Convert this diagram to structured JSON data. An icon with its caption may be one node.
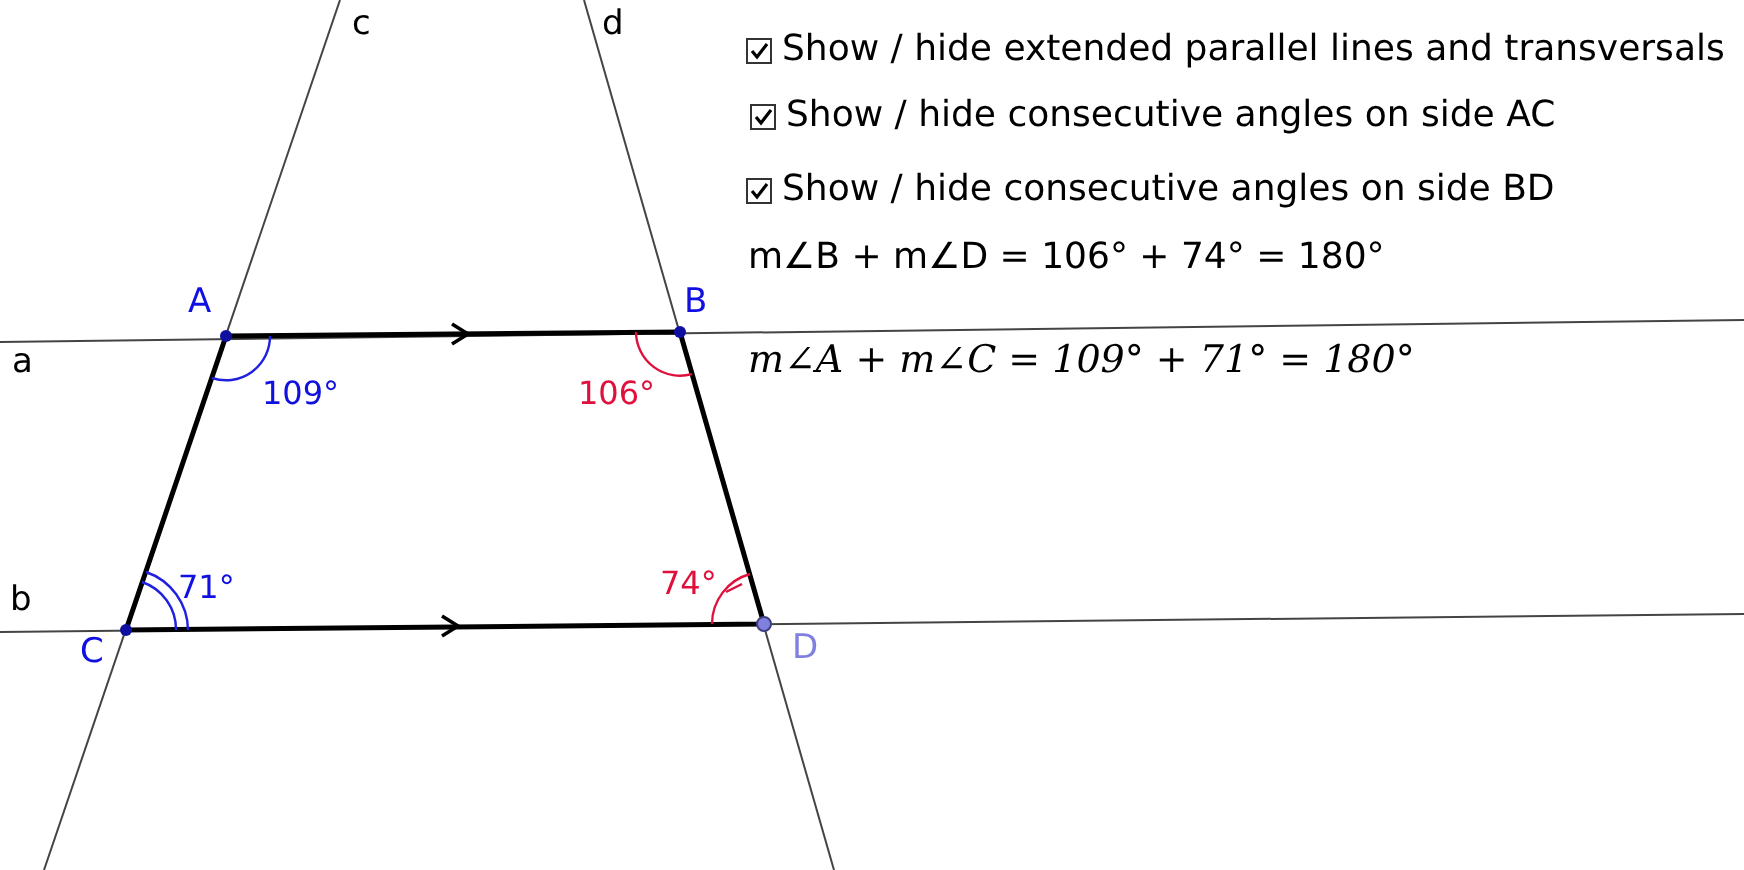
{
  "diagram": {
    "labels": [
      "c",
      "d",
      "Show / hide extended parallel lines and transversals",
      "Show / hide consecutive angles on side AC",
      "Show / hide consecutive angles on side BD",
      "m∠B + m∠D = 106° + 74° = 180°",
      "A",
      "B",
      "a",
      "109°",
      "106°",
      "m∠A + m∠C = 109° + 71° = 180°",
      "b",
      "71°",
      "74°",
      "C",
      "D"
    ]
  }
}
